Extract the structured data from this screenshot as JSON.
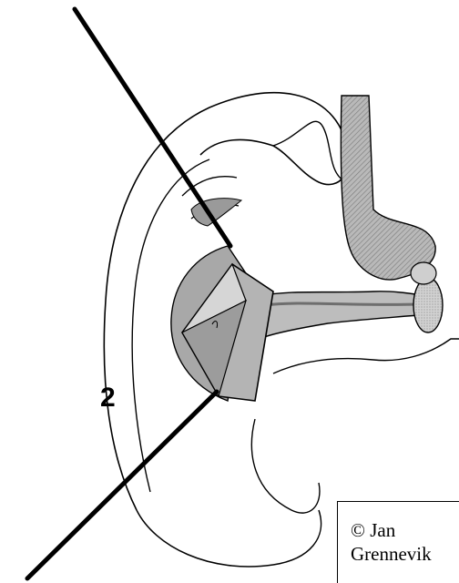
{
  "figure": {
    "label": "2",
    "copyright_line1": "© Jan",
    "copyright_line2": "Grennevik"
  },
  "colors": {
    "outline": "#000000",
    "shade_dark": "#8a8a8a",
    "shade_light": "#c8c8c8",
    "background": "#ffffff"
  }
}
